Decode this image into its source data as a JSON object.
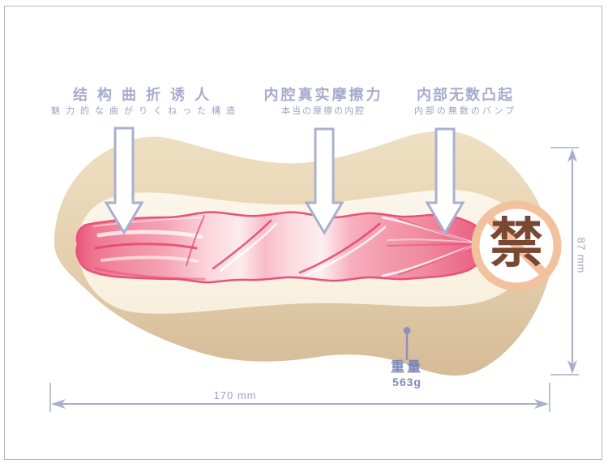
{
  "diagram": {
    "callouts": [
      {
        "title": "结构曲折诱人",
        "subtitle": "魅力的な曲がりくねった構造"
      },
      {
        "title": "内腔真实摩擦力",
        "subtitle": "本当の摩擦の内腔"
      },
      {
        "title": "内部无数凸起",
        "subtitle": "内部の無数のバンプ"
      }
    ],
    "stamp": {
      "glyph": "禁"
    },
    "weight": {
      "label": "重量",
      "value": "563g"
    },
    "dimensions": {
      "length": "170 mm",
      "height": "87 mm"
    },
    "colors": {
      "label_text": "#a6abcc",
      "dimension_line": "#a8aecb",
      "weight_text": "#7e88b8",
      "arrow_outline": "#a9b0cf",
      "body_tan": "#e3cdab",
      "body_cream": "#faf3e4",
      "tunnel_pink": "#f0849c",
      "tunnel_outline": "#e8517a",
      "stamp_ring": "#f2c29e",
      "stamp_glyph": "#7a4733"
    }
  }
}
